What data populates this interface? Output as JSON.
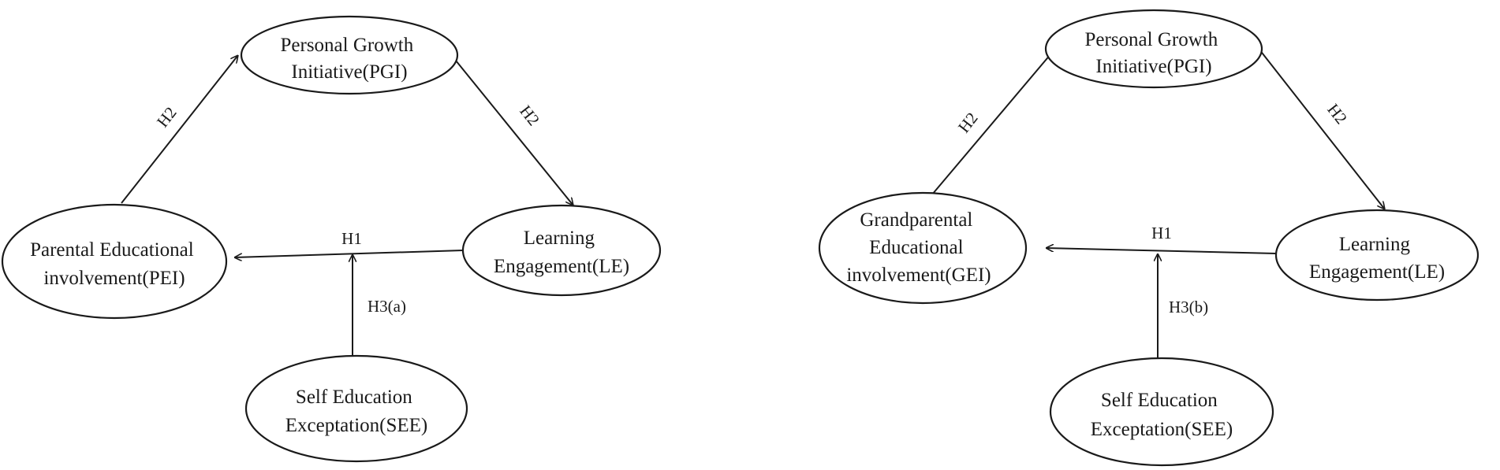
{
  "colors": {
    "stroke": "#1a1a1a",
    "background": "#ffffff"
  },
  "diagrams": [
    {
      "nodes": {
        "pgi": {
          "lines": [
            "Personal Growth",
            "Initiative(PGI)"
          ]
        },
        "pei": {
          "lines": [
            "Parental Educational",
            "involvement(PEI)"
          ]
        },
        "le": {
          "lines": [
            "Learning",
            "Engagement(LE)"
          ]
        },
        "see": {
          "lines": [
            "Self  Education",
            "Exceptation(SEE)"
          ]
        }
      },
      "edges": {
        "pei_to_pgi": "H2",
        "pgi_to_le": "H2",
        "le_to_pei": "H1",
        "see_to_h1": "H3(a)"
      }
    },
    {
      "nodes": {
        "pgi": {
          "lines": [
            "Personal Growth",
            "Initiative(PGI)"
          ]
        },
        "gei": {
          "lines": [
            "Grandparental",
            "Educational",
            "involvement(GEI)"
          ]
        },
        "le": {
          "lines": [
            "Learning",
            "Engagement(LE)"
          ]
        },
        "see": {
          "lines": [
            "Self  Education",
            "Exceptation(SEE)"
          ]
        }
      },
      "edges": {
        "gei_to_pgi": "H2",
        "pgi_to_le": "H2",
        "le_to_gei": "H1",
        "see_to_h1": "H3(b)"
      }
    }
  ]
}
